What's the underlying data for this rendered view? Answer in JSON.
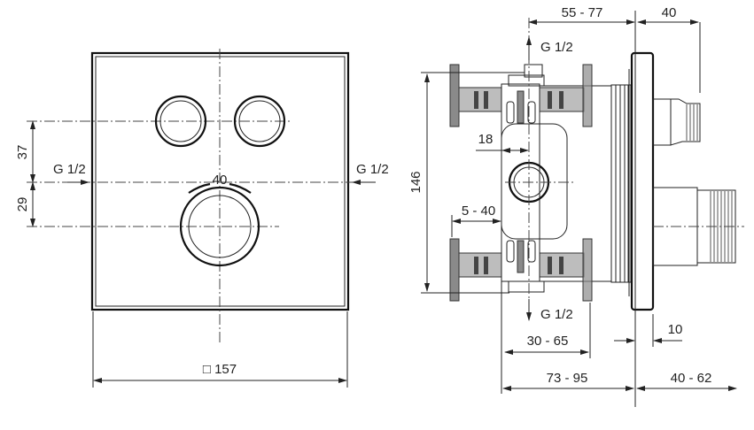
{
  "front_view": {
    "dim_37": "37",
    "dim_29": "29",
    "inlet_left": "G 1/2",
    "inlet_right": "G 1/2",
    "temp_mark": "40",
    "width": "□ 157"
  },
  "side_view": {
    "dim_55_77": "55 - 77",
    "dim_40_top": "40",
    "outlet_top": "G 1/2",
    "outlet_bottom": "G 1/2",
    "dim_146": "146",
    "dim_18": "18",
    "dim_5_40": "5 - 40",
    "dim_10": "10",
    "dim_30_65": "30 - 65",
    "dim_73_95": "73 - 95",
    "dim_40_62": "40 - 62"
  }
}
